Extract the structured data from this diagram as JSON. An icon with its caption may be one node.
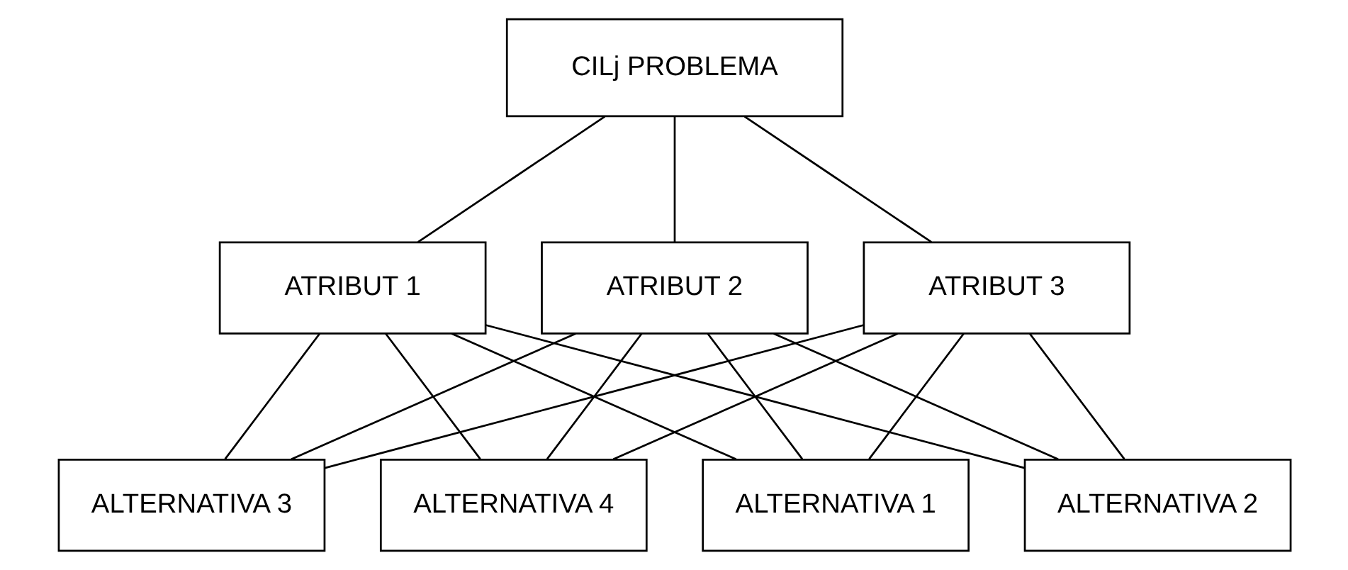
{
  "diagram": {
    "nodes": [
      {
        "text": [
          "CILj PROBLEMA"
        ]
      },
      {
        "text": [
          "ATRIBUT 1"
        ]
      },
      {
        "text": [
          "ATRIBUT 2"
        ]
      },
      {
        "text": [
          "ATRIBUT 3"
        ]
      },
      {
        "text": [
          "ALTERNATIVA 1"
        ]
      },
      {
        "text": [
          "ALTERNATIVA 2"
        ]
      },
      {
        "text": [
          "ALTERNATIVA 3"
        ]
      },
      {
        "text": [
          "ALTERNATIVA 4"
        ]
      }
    ],
    "edges": [
      {
        "from": 0,
        "to": 1,
        "arrow": "none"
      },
      {
        "from": 0,
        "to": 2,
        "arrow": "none"
      },
      {
        "from": 0,
        "to": 3,
        "arrow": "none"
      },
      {
        "from": 1,
        "to": 4,
        "arrow": "none"
      },
      {
        "from": 1,
        "to": 5,
        "arrow": "none"
      },
      {
        "from": 1,
        "to": 6,
        "arrow": "none"
      },
      {
        "from": 1,
        "to": 7,
        "arrow": "none"
      },
      {
        "from": 2,
        "to": 4,
        "arrow": "none"
      },
      {
        "from": 2,
        "to": 5,
        "arrow": "none"
      },
      {
        "from": 2,
        "to": 6,
        "arrow": "none"
      },
      {
        "from": 2,
        "to": 7,
        "arrow": "none"
      },
      {
        "from": 3,
        "to": 4,
        "arrow": "none"
      },
      {
        "from": 3,
        "to": 5,
        "arrow": "none"
      },
      {
        "from": 3,
        "to": 6,
        "arrow": "none"
      },
      {
        "from": 3,
        "to": 7,
        "arrow": "none"
      }
    ]
  }
}
